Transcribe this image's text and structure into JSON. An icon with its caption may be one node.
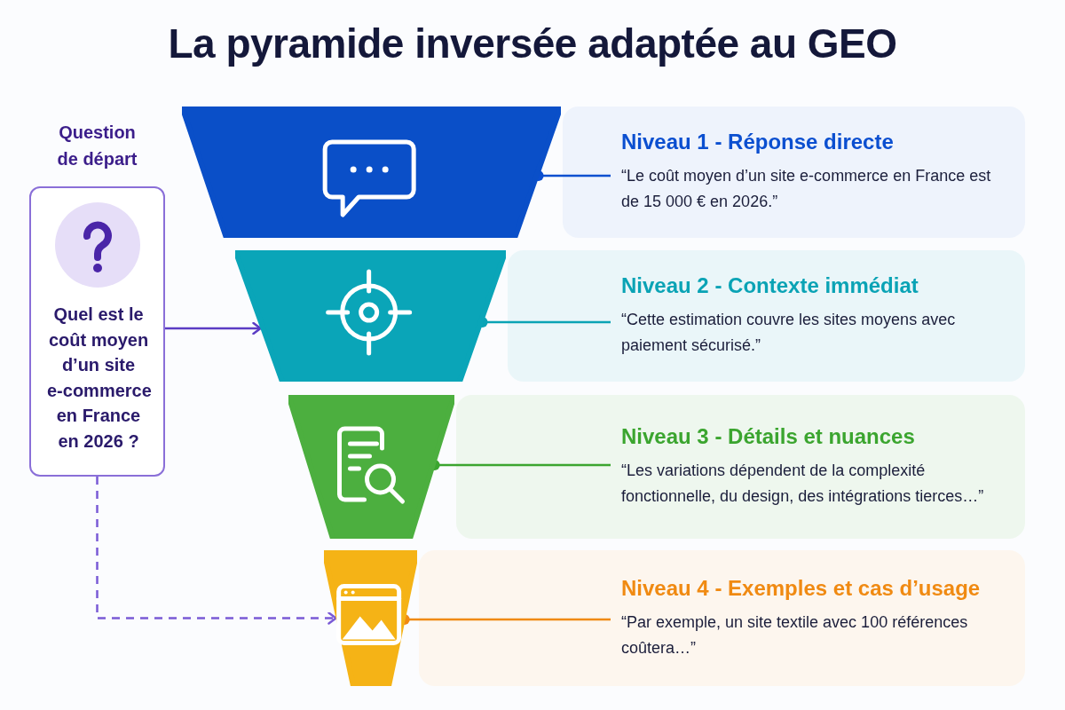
{
  "diagram": {
    "title": "La pyramide inversée adaptée au GEO",
    "nodes": [
      {
        "text": [
          "Question de départ",
          "Quel est le coût moyen d’un site e-commerce en France en 2026 ?"
        ]
      },
      {
        "text": [],
        "shape": "trapezoid"
      },
      {
        "text": [],
        "shape": "trapezoid"
      },
      {
        "text": [],
        "shape": "trapezoid"
      },
      {
        "text": [],
        "shape": "trapezoid"
      },
      {
        "text": [
          "Niveau 1 - Réponse directe",
          "“Le coût moyen d’un site e-commerce en France est de 15 000 € en 2026.”"
        ]
      },
      {
        "text": [
          "Niveau 2 - Contexte immédiat",
          "“Cette estimation couvre les sites moyens avec paiement sécurisé.”"
        ]
      },
      {
        "text": [
          "Niveau 3 - Détails et nuances",
          "“Les variations dépendent de la complexité fonctionnelle, du design, des intégrations tierces…”"
        ]
      },
      {
        "text": [
          "Niveau 4 - Exemples et cas d’usage",
          "“Par exemple, un site textile avec 100 références coûtera…”"
        ]
      }
    ],
    "edges": [
      {
        "from": 0,
        "to": 2,
        "arrow": "to",
        "color": "#5b3cc4"
      },
      {
        "from": 0,
        "to": 4,
        "arrow": "to",
        "style": "dashed",
        "color": "#7a5ad6"
      },
      {
        "from": 5,
        "to": 1,
        "arrow": "other",
        "color": "#0b4fd0"
      },
      {
        "from": 6,
        "to": 2,
        "arrow": "other",
        "color": "#0aa3b5"
      },
      {
        "from": 7,
        "to": 3,
        "arrow": "other",
        "color": "#3ba52f"
      },
      {
        "from": 8,
        "to": 4,
        "arrow": "other",
        "color": "#f08a12"
      }
    ]
  }
}
